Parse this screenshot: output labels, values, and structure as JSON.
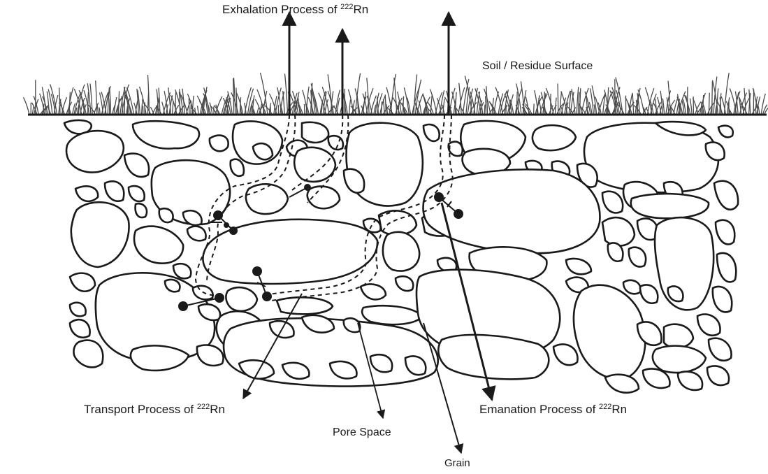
{
  "labels": {
    "exhalation": {
      "text": "Exhalation Process of ",
      "isotope_mass": "222",
      "element": "Rn"
    },
    "surface": "Soil / Residue Surface",
    "transport": {
      "text": "Transport Process of ",
      "isotope_mass": "222",
      "element": "Rn"
    },
    "emanation": {
      "text": "Emanation Process of ",
      "isotope_mass": "222",
      "element": "Rn"
    },
    "pore_space": "Pore Space",
    "grain": "Grain"
  },
  "colors": {
    "ink": "#1a1a1a",
    "background": "#ffffff",
    "grass": "#4a4a4a"
  }
}
